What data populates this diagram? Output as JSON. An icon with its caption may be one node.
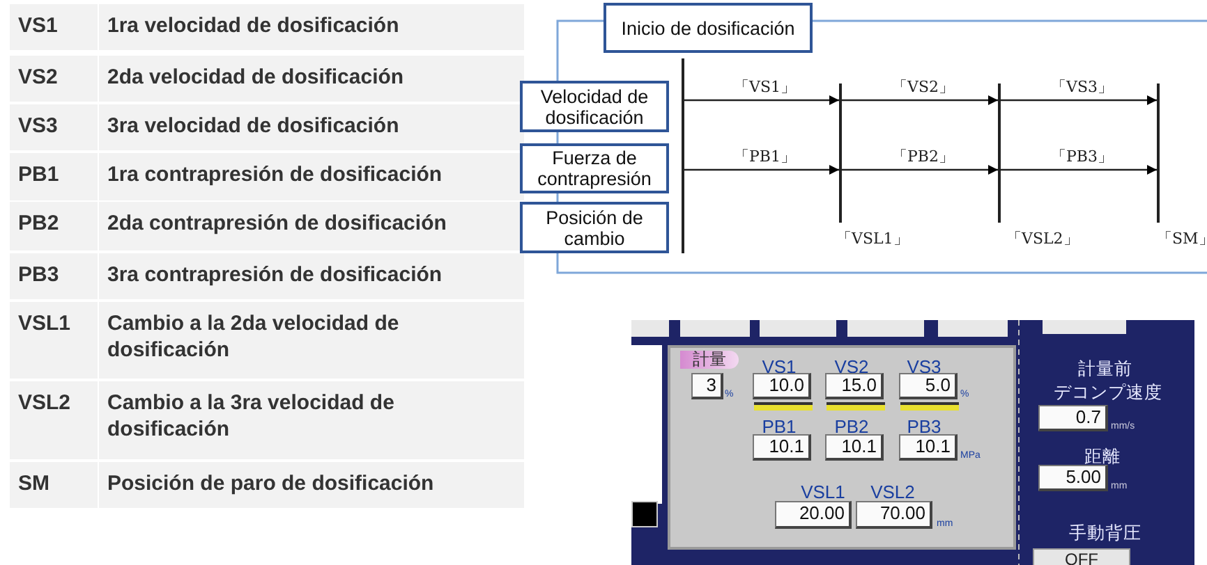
{
  "diagram": {
    "nodes": [
      {
        "text": [
          "Inicio de dosificación"
        ]
      },
      {
        "text": [
          "Velocidad de dosificación"
        ]
      },
      {
        "text": [
          "Fuerza de contrapresión"
        ]
      },
      {
        "text": [
          "Posición de cambio"
        ]
      },
      {
        "text": [],
        "shape": "bar"
      },
      {
        "text": [],
        "shape": "bar",
        "beside": [
          "「VSL1」"
        ]
      },
      {
        "text": [],
        "shape": "bar",
        "beside": [
          "「VSL2」"
        ]
      },
      {
        "text": [],
        "shape": "bar",
        "beside": [
          "「SM」"
        ]
      }
    ],
    "edges": [
      {
        "from": 4,
        "to": 5,
        "arrow": "to",
        "label": "「VS1」"
      },
      {
        "from": 5,
        "to": 6,
        "arrow": "to",
        "label": "「VS2」"
      },
      {
        "from": 6,
        "to": 7,
        "arrow": "to",
        "label": "「VS3」"
      },
      {
        "from": 4,
        "to": 5,
        "arrow": "to",
        "label": "「PB1」"
      },
      {
        "from": 5,
        "to": 6,
        "arrow": "to",
        "label": "「PB2」"
      },
      {
        "from": 6,
        "to": 7,
        "arrow": "to",
        "label": "「PB3」"
      }
    ],
    "labels": [
      "VS1",
      "1ra velocidad de dosificación",
      "VS2",
      "2da velocidad de dosificación",
      "VS3",
      "3ra velocidad de dosificación",
      "PB1",
      "1ra contrapresión de dosificación",
      "PB2",
      "2da contrapresión de dosificación",
      "PB3",
      "3ra contrapresión de dosificación",
      "VSL1",
      "Cambio a la 2da velocidad de dosificación",
      "VSL2",
      "Cambio a la 3ra velocidad de dosificación",
      "SM",
      "Posición de paro de dosificación",
      "計量",
      "VS1",
      "VS2",
      "VS3",
      "計量前",
      "デコンプ速度",
      "3",
      "%",
      "10.0",
      "15.0",
      "5.0",
      "%",
      "0.7",
      "mm/s",
      "PB1",
      "PB2",
      "PB3",
      "距離",
      "10.1",
      "10.1",
      "10.1",
      "MPa",
      "5.00",
      "mm",
      "VSL1",
      "VSL2",
      "20.00",
      "70.00",
      "mm",
      "手動背圧",
      "OFF"
    ]
  }
}
